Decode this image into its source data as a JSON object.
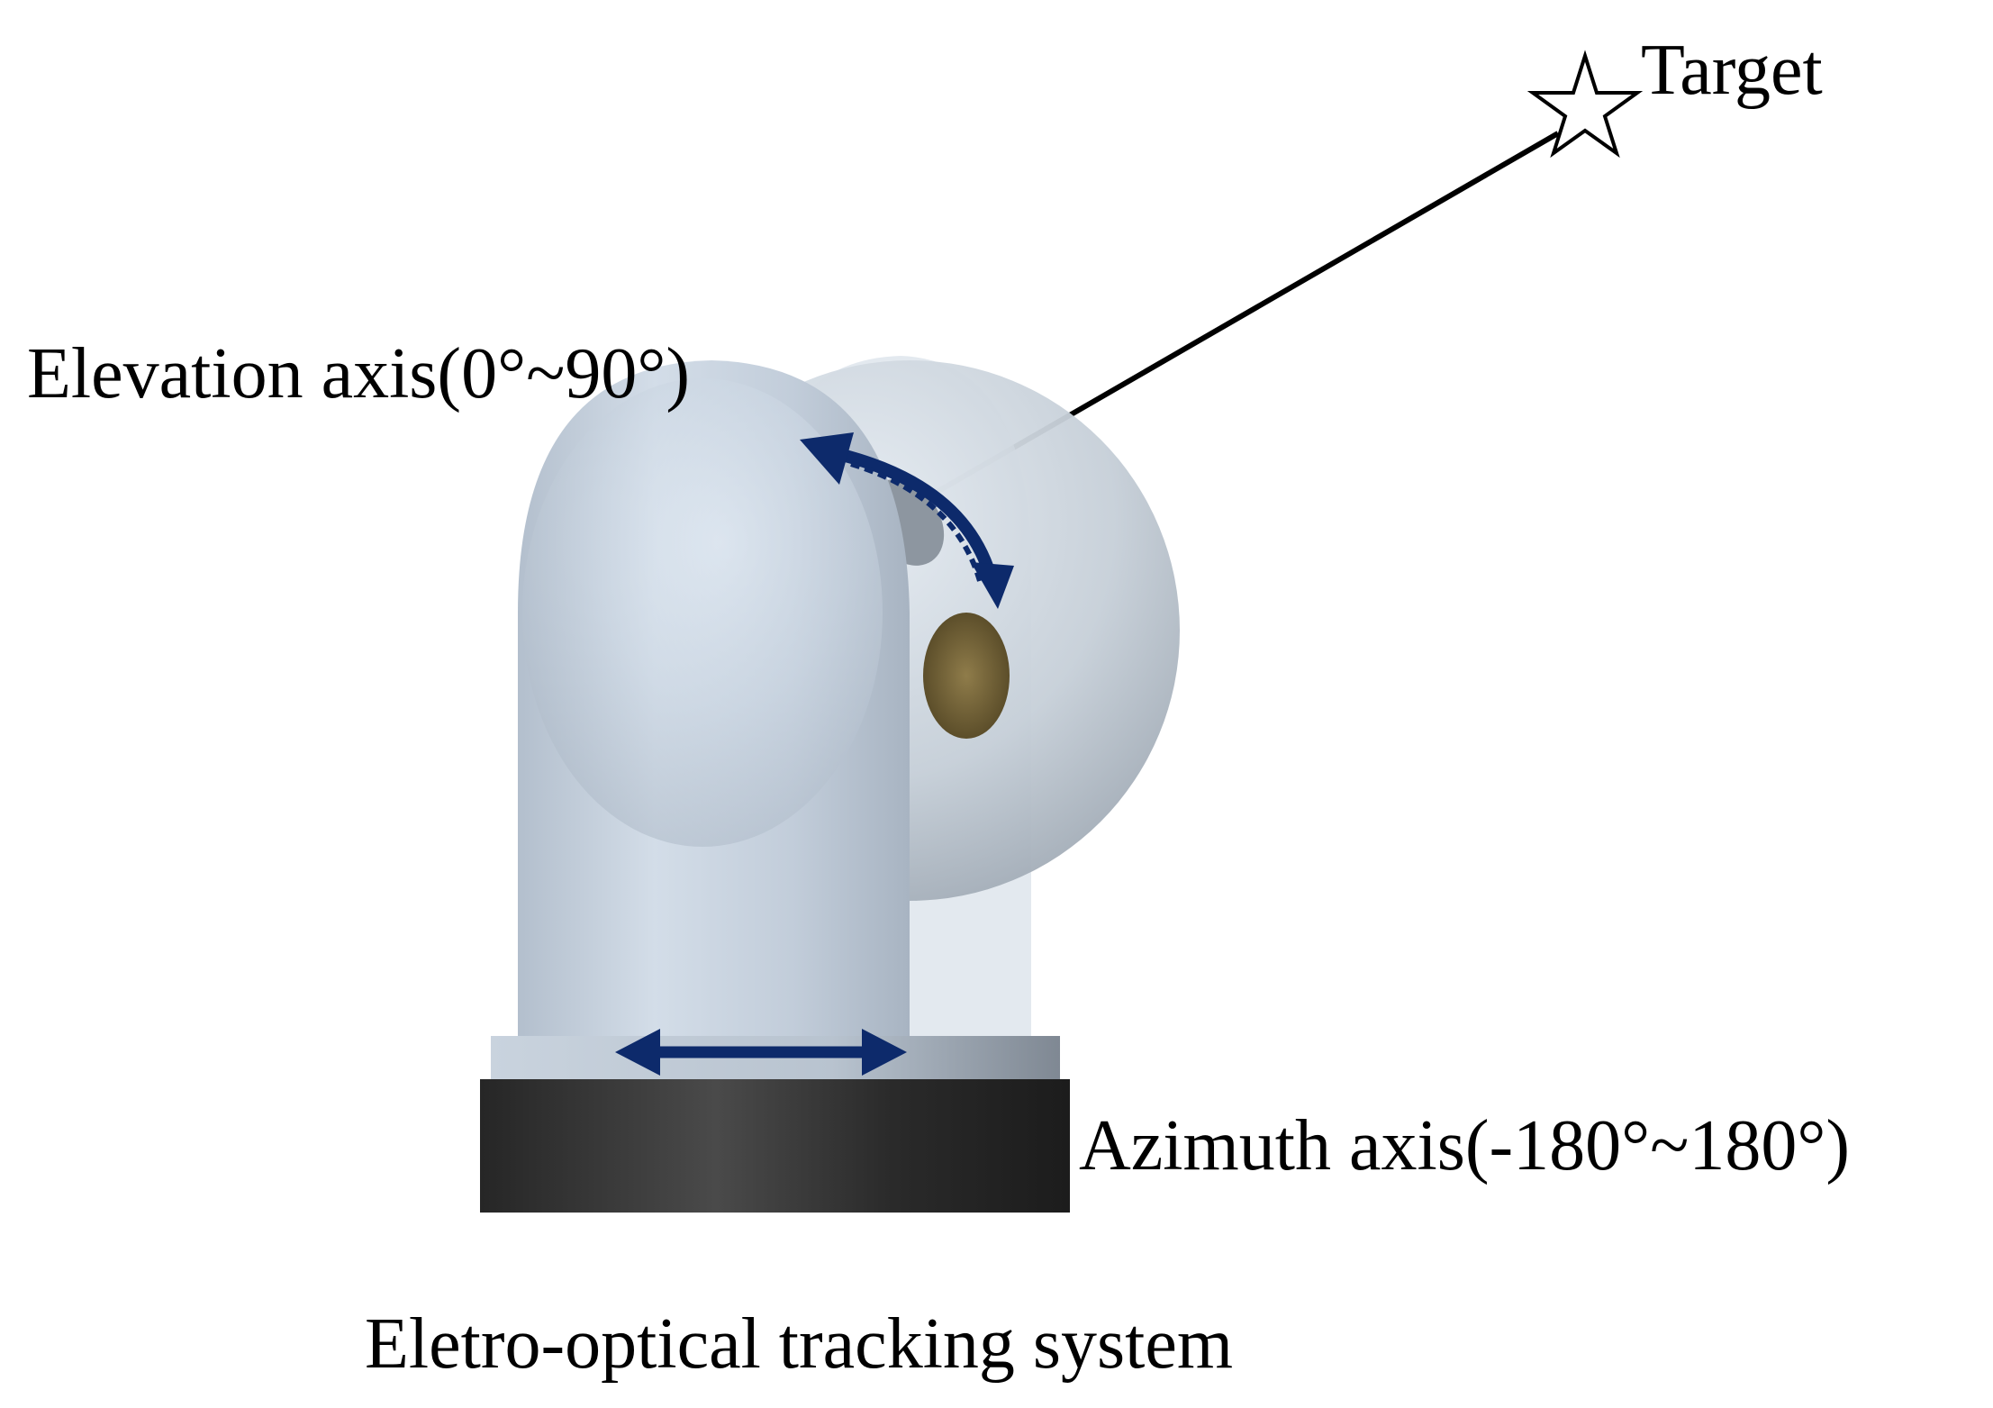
{
  "labels": {
    "target": "Target",
    "elevation_axis": "Elevation axis(0°~90°)",
    "azimuth_axis": "Azimuth axis(-180°~180°)",
    "caption": "Eletro-optical tracking system"
  },
  "icons": {
    "target_marker": "star-outline-icon",
    "elevation_arrow": "curved-double-arrow-icon",
    "azimuth_arrow": "horizontal-double-arrow-icon"
  },
  "colors": {
    "arrow": "#0d2a6b",
    "housing": "#c3cfdc",
    "base": "#2e2e2e",
    "sight_line": "#000000",
    "lens": "#7d6a3c"
  }
}
